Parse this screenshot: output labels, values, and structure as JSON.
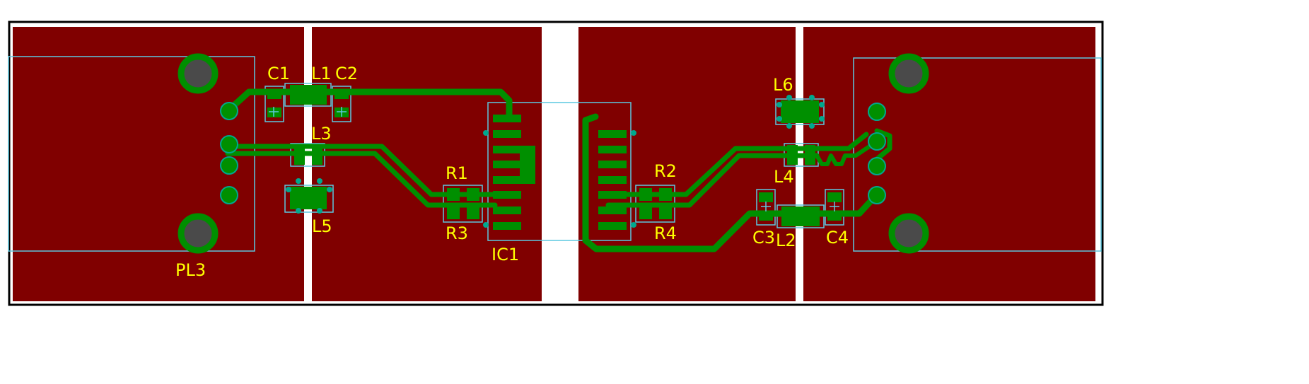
{
  "colors": {
    "background": "#ffffff",
    "board_outline": "#000000",
    "copper_pour": "#800000",
    "trace": "#008f00",
    "pad": "#008f00",
    "via": "#00a88e",
    "silkscreen": "#ffff00",
    "component_outline": "#5cc8e0",
    "drill": "#4a4a4a"
  },
  "designators": {
    "pl3": "PL3",
    "c1": "C1",
    "l1": "L1",
    "c2": "C2",
    "l3": "L3",
    "l5": "L5",
    "r1": "R1",
    "r3": "R3",
    "ic1": "IC1",
    "r2": "R2",
    "r4": "R4",
    "l6": "L6",
    "l4": "L4",
    "c3": "C3",
    "l2": "L2",
    "c4": "C4"
  }
}
